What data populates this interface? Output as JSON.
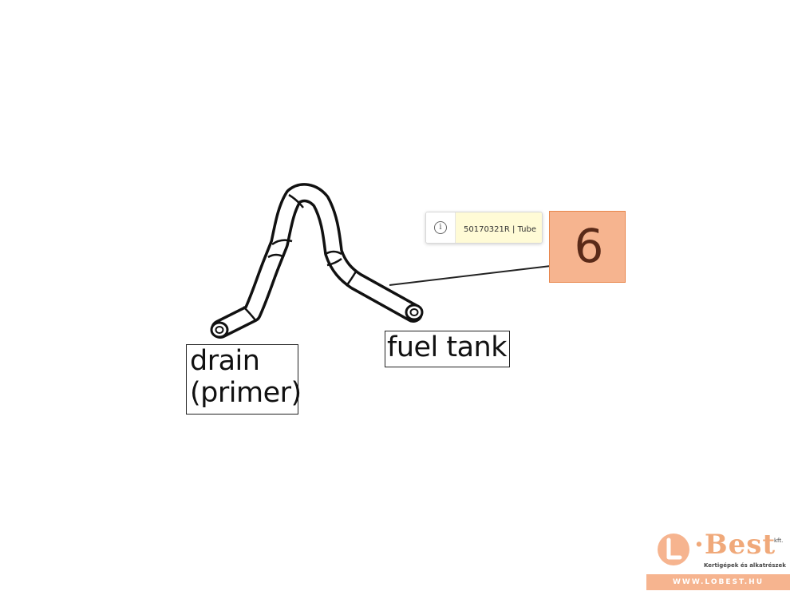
{
  "labels": {
    "drain_line1": "drain",
    "drain_line2": "(primer)",
    "fuel_tank": "fuel tank"
  },
  "callout": {
    "number": "6"
  },
  "tooltip": {
    "icon": "info-icon",
    "text": "50170321R | Tube"
  },
  "logo": {
    "brand": "·Best",
    "suffix": "kft.",
    "tagline": "Kertigépek és alkatrészek",
    "url": "WWW.LOBEST.HU",
    "brand_color": "#f0a97a"
  },
  "colors": {
    "callout_fill": "#f6b48f",
    "callout_border": "#e8864c",
    "tooltip_fill": "#fffbd6"
  }
}
